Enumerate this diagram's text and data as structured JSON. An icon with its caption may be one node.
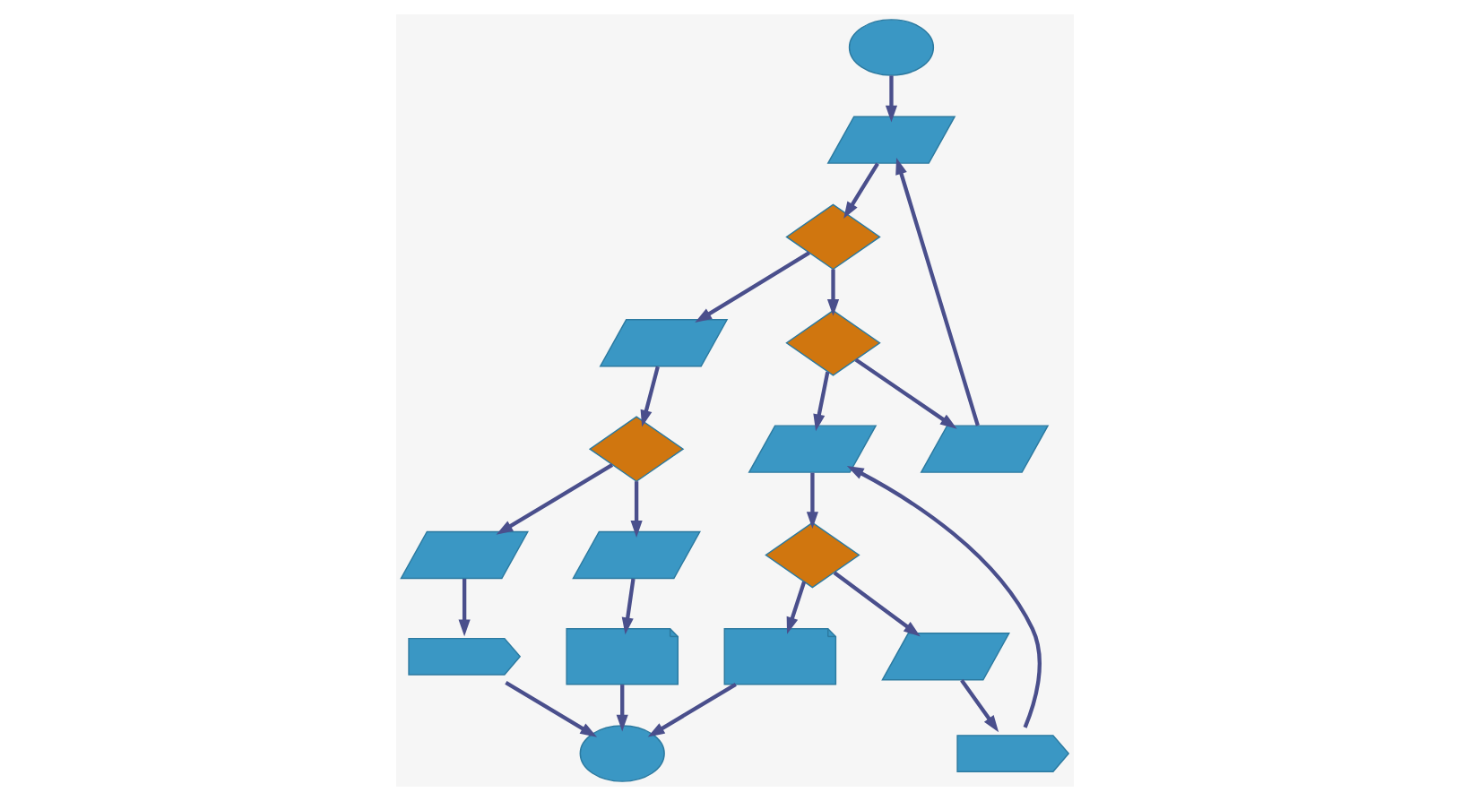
{
  "diagram": {
    "nodes": [
      {
        "text": [],
        "shape": "circle"
      },
      {
        "text": [],
        "shape": "parallelogram"
      },
      {
        "text": [],
        "shape": "parallelogram"
      },
      {
        "text": [],
        "shape": "diamond"
      },
      {
        "text": [],
        "shape": "parallelogram"
      },
      {
        "text": [],
        "shape": "diamond"
      },
      {
        "text": [],
        "shape": "diamond"
      },
      {
        "text": [],
        "shape": "parallelogram"
      },
      {
        "text": [],
        "shape": "parallelogram"
      },
      {
        "text": [],
        "shape": "parallelogram"
      },
      {
        "text": [],
        "shape": "pentagon"
      },
      {
        "text": [],
        "shape": "document"
      },
      {
        "text": [],
        "shape": "pentagon"
      },
      {
        "text": [],
        "shape": "diamond"
      },
      {
        "text": [],
        "shape": "parallelogram"
      },
      {
        "text": [],
        "shape": "document"
      },
      {
        "text": [],
        "shape": "circle"
      }
    ],
    "edges": [
      {
        "from": 0,
        "to": 1,
        "arrow": "to"
      },
      {
        "from": 2,
        "to": 1,
        "arrow": "to"
      },
      {
        "from": 1,
        "to": 3,
        "arrow": "to"
      },
      {
        "from": 3,
        "to": 4,
        "arrow": "to"
      },
      {
        "from": 3,
        "to": 6,
        "arrow": "to"
      },
      {
        "from": 6,
        "to": 2,
        "arrow": "to"
      },
      {
        "from": 6,
        "to": 9,
        "arrow": "to"
      },
      {
        "from": 4,
        "to": 5,
        "arrow": "to"
      },
      {
        "from": 5,
        "to": 7,
        "arrow": "to"
      },
      {
        "from": 5,
        "to": 8,
        "arrow": "to"
      },
      {
        "from": 7,
        "to": 10,
        "arrow": "to"
      },
      {
        "from": 8,
        "to": 11,
        "arrow": "to"
      },
      {
        "from": 12,
        "to": 9,
        "arrow": "to"
      },
      {
        "from": 9,
        "to": 13,
        "arrow": "to"
      },
      {
        "from": 14,
        "to": 12,
        "arrow": "to"
      },
      {
        "from": 13,
        "to": 14,
        "arrow": "to"
      },
      {
        "from": 13,
        "to": 15,
        "arrow": "to"
      },
      {
        "from": 10,
        "to": 16,
        "arrow": "to"
      },
      {
        "from": 11,
        "to": 16,
        "arrow": "to"
      },
      {
        "from": 15,
        "to": 16,
        "arrow": "to"
      }
    ]
  }
}
